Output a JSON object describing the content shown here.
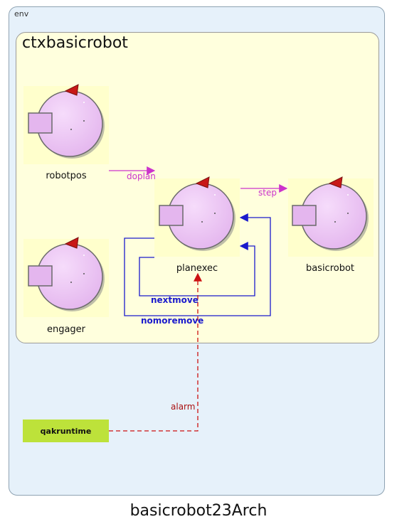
{
  "env": {
    "label": "env"
  },
  "context": {
    "label": "ctxbasicrobot"
  },
  "actors": {
    "robotpos": "robotpos",
    "engager": "engager",
    "planexec": "planexec",
    "basicrobot": "basicrobot"
  },
  "external": {
    "qakruntime": "qakruntime"
  },
  "edges": {
    "doplan": "doplan",
    "step": "step",
    "nextmove": "nextmove",
    "nomoremove": "nomoremove",
    "alarm": "alarm"
  },
  "caption": "basicrobot23Arch",
  "colors": {
    "dispatch_magenta": "#cc33cc",
    "self_blue": "#1a1acc",
    "event_red": "#cc1111",
    "actor_body": "#ebc6f2",
    "qak_green": "#bde23a"
  },
  "icons": [
    "actor-icon"
  ]
}
